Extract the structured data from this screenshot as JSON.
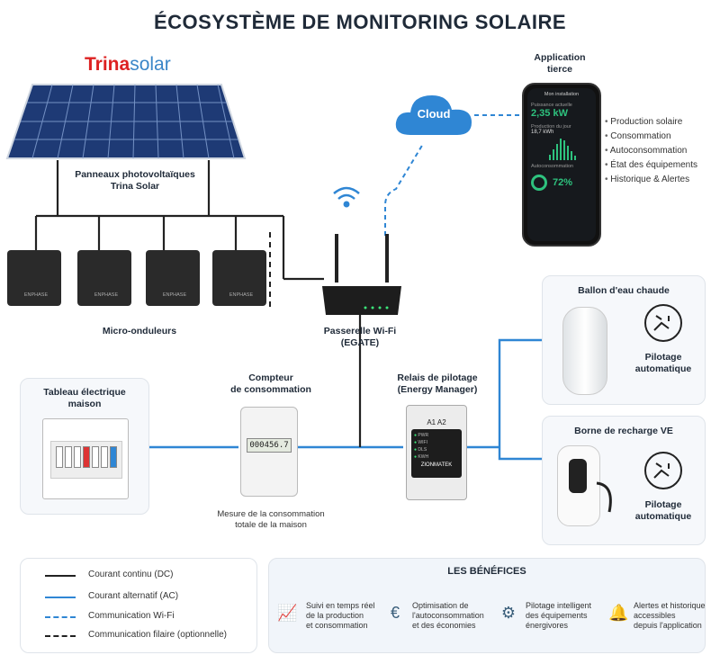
{
  "title": "ÉCOSYSTÈME DE MONITORING SOLAIRE",
  "brand": {
    "part1": "Trina",
    "part2": "solar"
  },
  "colors": {
    "dc": "#222222",
    "ac": "#2f86d4",
    "wifi": "#2f86d4",
    "cloud": "#2f86d4",
    "accent": "#2ec27e"
  },
  "panels": {
    "label_line1": "Panneaux photovoltaïques",
    "label_line2": "Trina Solar"
  },
  "micro": {
    "label": "Micro-onduleurs",
    "unit_text": "ENPHASE"
  },
  "gateway": {
    "label_line1": "Passerelle Wi-Fi",
    "label_line2": "(EGATE)"
  },
  "cloud": {
    "label": "Cloud"
  },
  "app": {
    "label_line1": "Application",
    "label_line2": "tierce",
    "screen_title": "Mon installation",
    "power_label": "Puissance actuelle",
    "power_value": "2,35 kW",
    "prod_label": "Production du jour",
    "prod_value": "18,7 kWh",
    "self_label": "Autoconsommation",
    "self_value": "72%",
    "features": [
      "Production solaire",
      "Consommation",
      "Autoconsommation",
      "État des équipements",
      "Historique & Alertes"
    ]
  },
  "panel_board": {
    "label_line1": "Tableau électrique",
    "label_line2": "maison"
  },
  "meter": {
    "label_line1": "Compteur",
    "label_line2": "de consommation",
    "display": "000456.7",
    "caption_line1": "Mesure de la consommation",
    "caption_line2": "totale de la maison"
  },
  "relay": {
    "label_line1": "Relais de pilotage",
    "label_line2": "(Energy Manager)",
    "brand": "ZIONMATEK",
    "terminals_top": "A1  A2",
    "leds": [
      "PWR",
      "WIFI",
      "DLS",
      "KWH"
    ]
  },
  "boiler": {
    "title": "Ballon d'eau chaude",
    "mode_line1": "Pilotage",
    "mode_line2": "automatique"
  },
  "ev": {
    "title": "Borne de recharge VE",
    "mode_line1": "Pilotage",
    "mode_line2": "automatique"
  },
  "legend": [
    {
      "label": "Courant continu (DC)"
    },
    {
      "label": "Courant alternatif (AC)"
    },
    {
      "label": "Communication Wi-Fi"
    },
    {
      "label": "Communication filaire (optionnelle)"
    }
  ],
  "benefits": {
    "title": "LES BÉNÉFICES",
    "items": [
      {
        "icon": "chart-icon",
        "l1": "Suivi en temps réel",
        "l2": "de la production",
        "l3": "et consommation"
      },
      {
        "icon": "euro-icon",
        "l1": "Optimisation de",
        "l2": "l'autoconsommation",
        "l3": "et des économies"
      },
      {
        "icon": "gear-icon",
        "l1": "Pilotage intelligent",
        "l2": "des équipements",
        "l3": "énergivores"
      },
      {
        "icon": "bell-icon",
        "l1": "Alertes et historique",
        "l2": "accessibles",
        "l3": "depuis l'application"
      }
    ]
  }
}
